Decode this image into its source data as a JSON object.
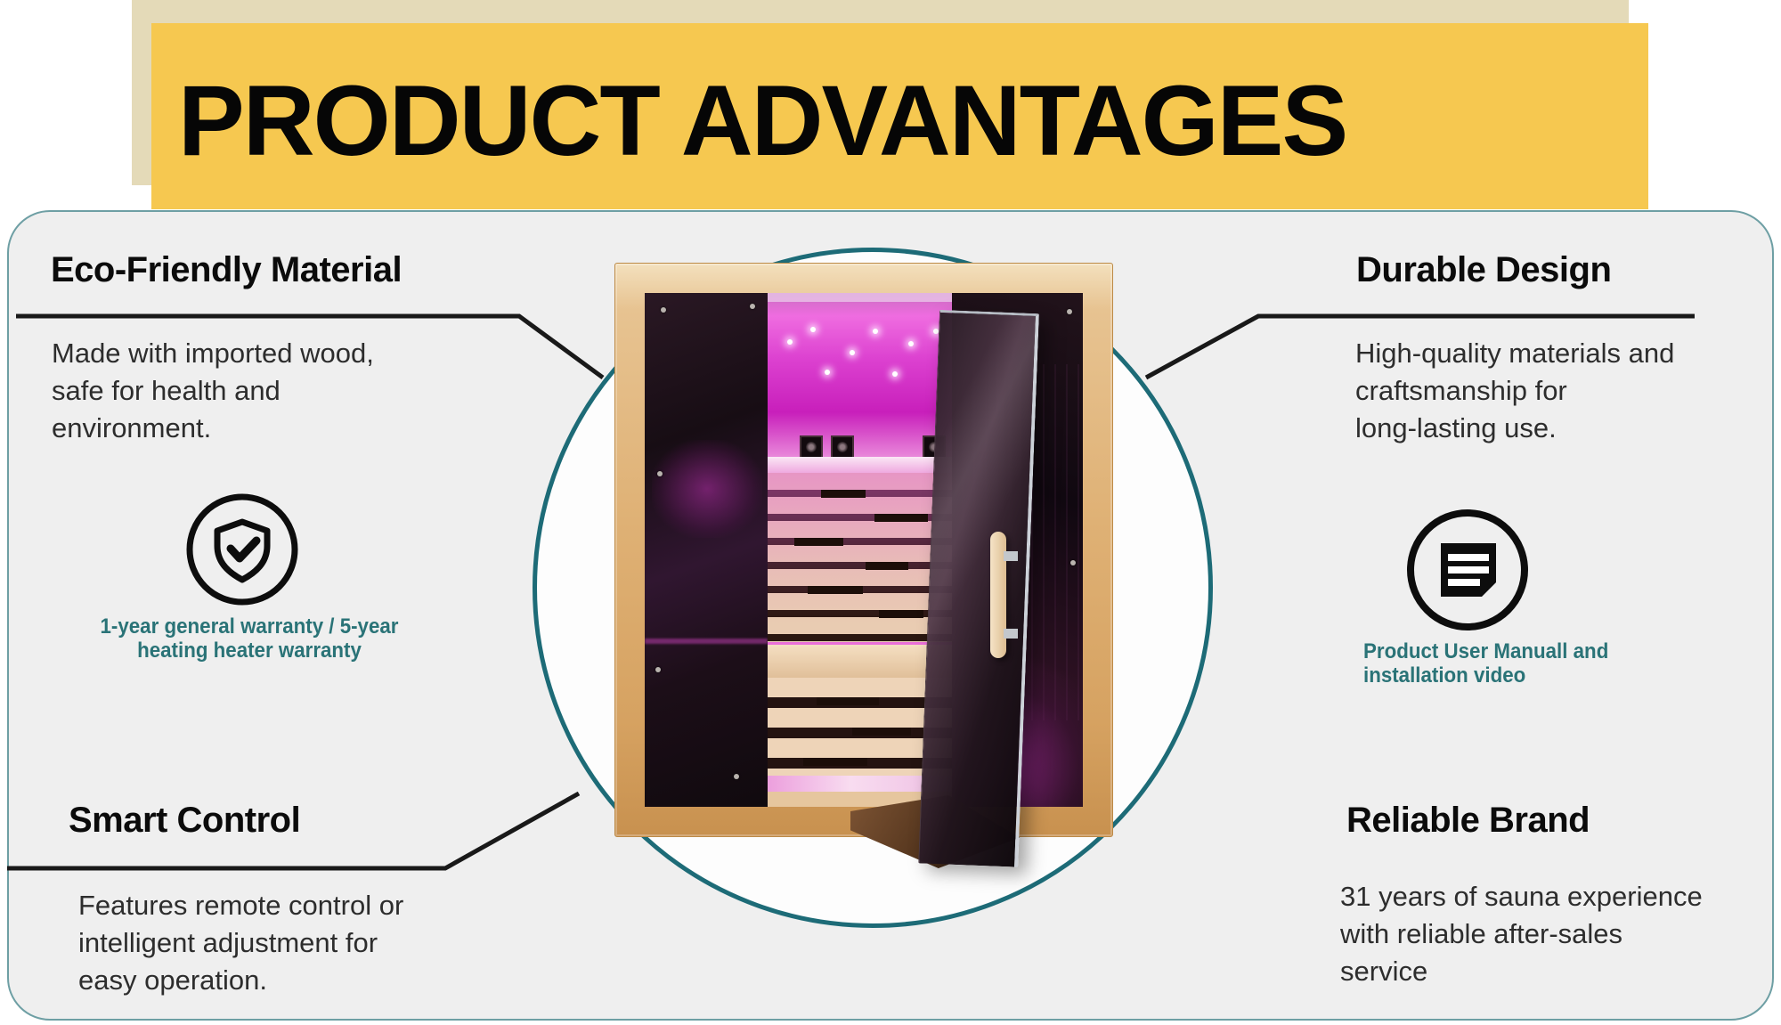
{
  "header": {
    "title": "PRODUCT ADVANTAGES",
    "banner_color": "#F6C850",
    "banner_shadow_color": "#E4DAB8"
  },
  "card": {
    "background": "#EFEFEF",
    "border_color": "#6E9FA4"
  },
  "circle": {
    "stroke_color": "#1D6B77"
  },
  "colors": {
    "leader_line": "#191919",
    "teal_caption": "#2A7377",
    "heading": "#0b0b0b",
    "body_text": "#2d2d2d"
  },
  "sections": {
    "eco": {
      "title": "Eco-Friendly Material",
      "body_lines": [
        "Made with imported wood,",
        "safe for health and",
        "environment."
      ],
      "icon": "shield-check-icon",
      "caption_lines": [
        "1-year general warranty / 5-year",
        "heating heater warranty"
      ]
    },
    "durable": {
      "title": "Durable Design",
      "body_lines": [
        "High-quality materials and",
        "craftsmanship for",
        "long-lasting use."
      ],
      "icon": "document-icon",
      "caption_lines": [
        "Product User Manuall and",
        "installation video"
      ]
    },
    "smart": {
      "title": "Smart Control",
      "body_lines": [
        "Features remote control or",
        "intelligent adjustment for",
        "easy operation."
      ]
    },
    "reliable": {
      "title": "Reliable Brand",
      "body_lines": [
        "31 years of sauna experience",
        "with reliable after-sales",
        "service"
      ]
    }
  },
  "center_image": {
    "description": "infrared sauna with purple LED lighting and open glass door"
  }
}
